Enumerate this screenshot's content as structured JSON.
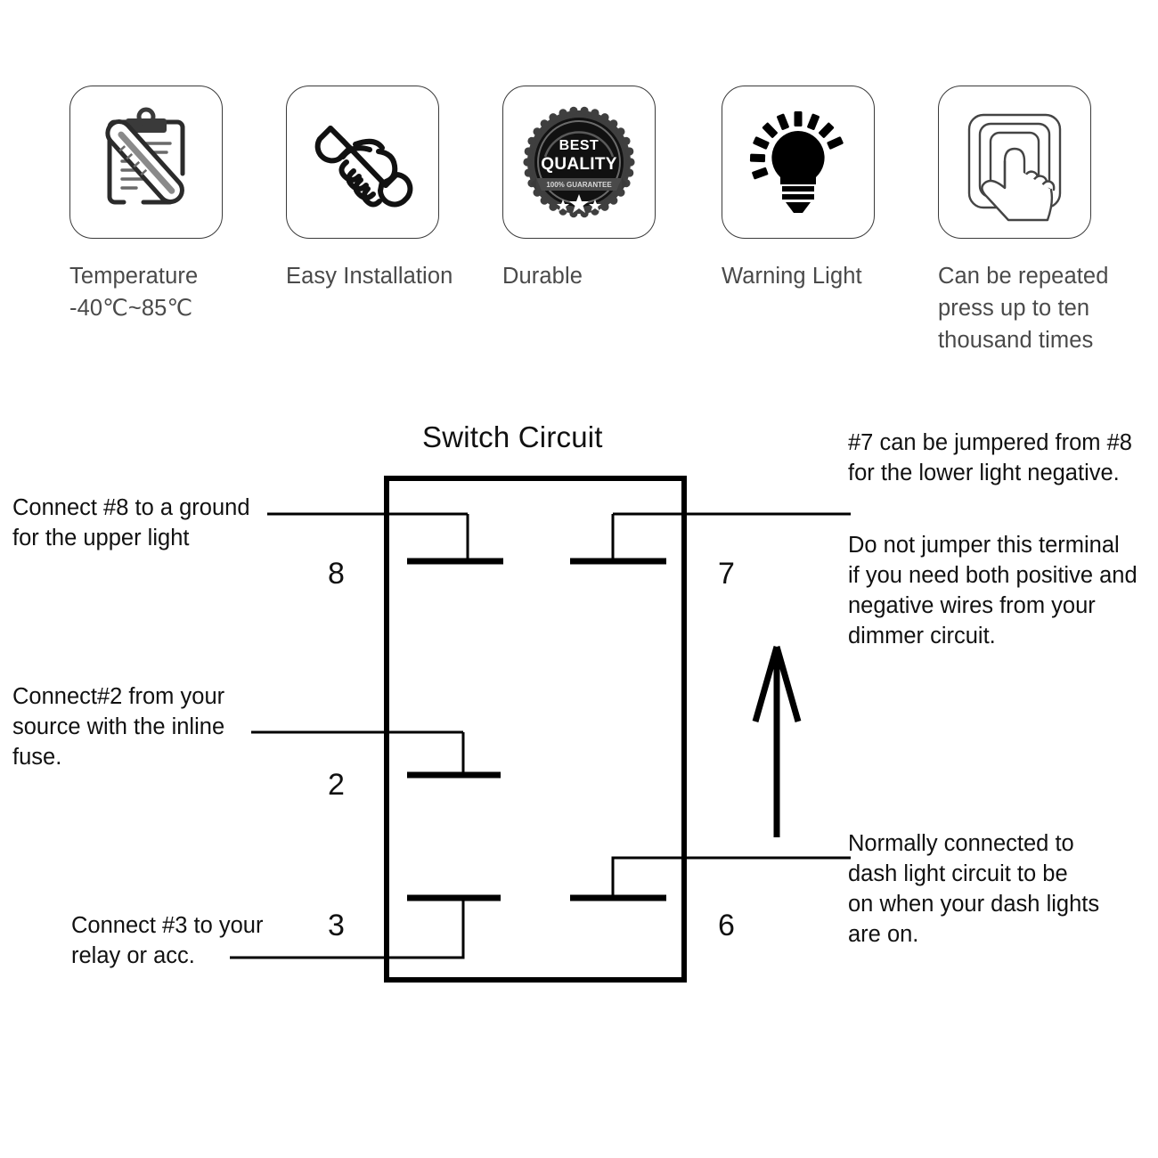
{
  "features": [
    {
      "icon": "clipboard-thermometer-icon",
      "caption": "Temperature\n-40℃~85℃"
    },
    {
      "icon": "hand-wrench-icon",
      "caption": "Easy Installation"
    },
    {
      "icon": "best-quality-badge-icon",
      "caption": "Durable",
      "badge": {
        "line1": "BEST",
        "line2": "QUALITY",
        "ribbon": "100% GUARANTEE"
      }
    },
    {
      "icon": "lightbulb-icon",
      "caption": "Warning Light"
    },
    {
      "icon": "finger-press-switch-icon",
      "caption": "Can be repeated\npress up to ten\nthousand times"
    }
  ],
  "diagram": {
    "title": "Switch Circuit",
    "terminals": [
      {
        "id": "8",
        "label": "8"
      },
      {
        "id": "7",
        "label": "7"
      },
      {
        "id": "2",
        "label": "2"
      },
      {
        "id": "3",
        "label": "3"
      },
      {
        "id": "6",
        "label": "6"
      }
    ],
    "annotations": {
      "left_top": "Connect #8 to a ground\nfor the upper light",
      "left_middle": "Connect#2 from your\nsource with the inline\nfuse.",
      "left_bottom": "Connect #3 to your\nrelay or acc.",
      "right_top": "#7 can be jumpered from #8\nfor the lower light negative.",
      "right_upper_mid": "Do not jumper this terminal\nif you need both positive and\nnegative wires from your\ndimmer circuit.",
      "right_bottom": "Normally connected to\ndash light circuit to be\non when your dash lights\nare on."
    },
    "arrow": "up-arrow-indicator"
  },
  "colors": {
    "ink": "#111111",
    "caption": "#4a4a4a",
    "tile_border": "#3a3a3a",
    "background": "#ffffff"
  }
}
